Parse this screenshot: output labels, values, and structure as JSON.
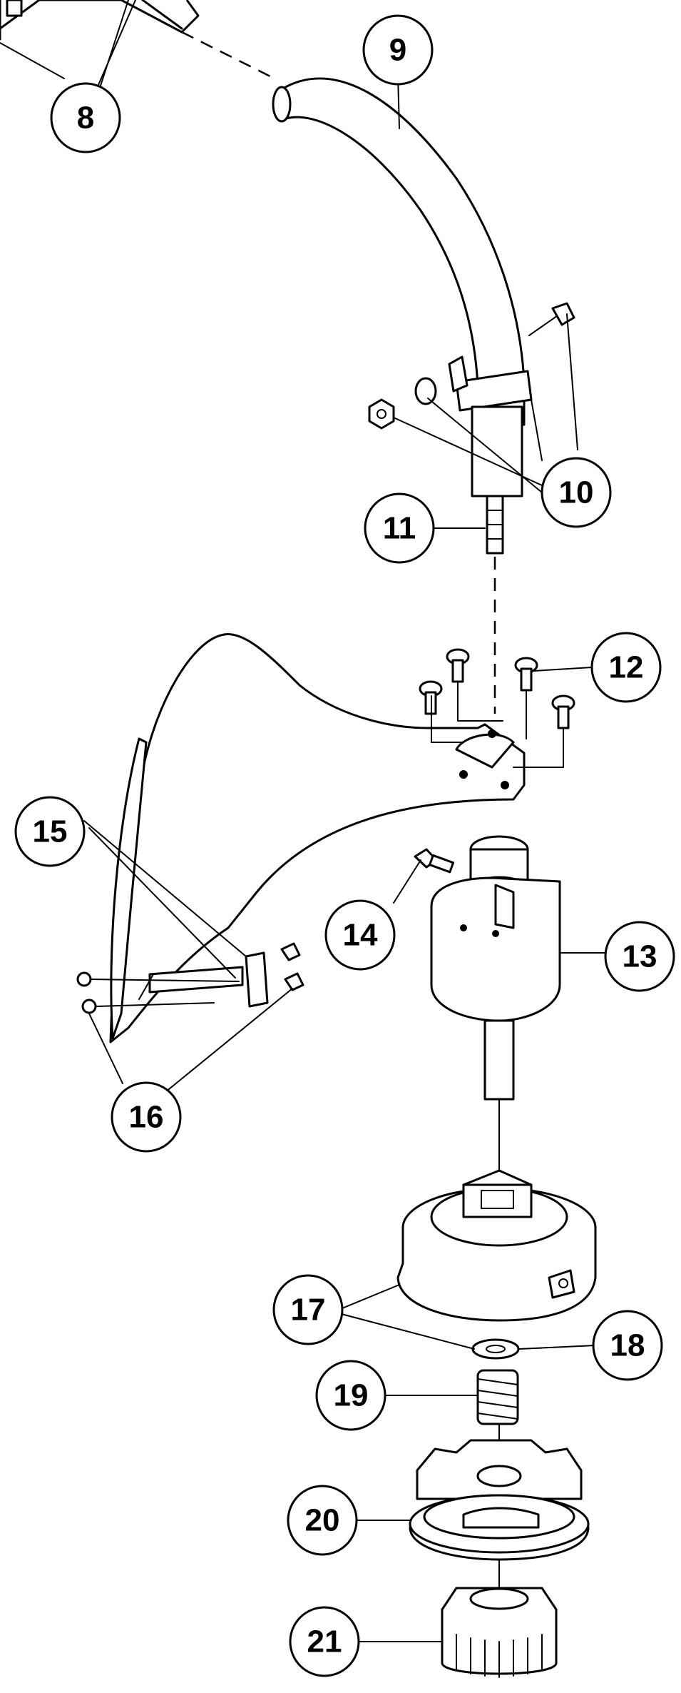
{
  "callouts": [
    {
      "id": "8",
      "label": "8"
    },
    {
      "id": "9",
      "label": "9"
    },
    {
      "id": "10",
      "label": "10"
    },
    {
      "id": "11",
      "label": "11"
    },
    {
      "id": "12",
      "label": "12"
    },
    {
      "id": "13",
      "label": "13"
    },
    {
      "id": "14",
      "label": "14"
    },
    {
      "id": "15",
      "label": "15"
    },
    {
      "id": "16",
      "label": "16"
    },
    {
      "id": "17",
      "label": "17"
    },
    {
      "id": "18",
      "label": "18"
    },
    {
      "id": "19",
      "label": "19"
    },
    {
      "id": "20",
      "label": "20"
    },
    {
      "id": "21",
      "label": "21"
    }
  ],
  "colors": {
    "ink": "#000000",
    "paper": "#ffffff"
  }
}
